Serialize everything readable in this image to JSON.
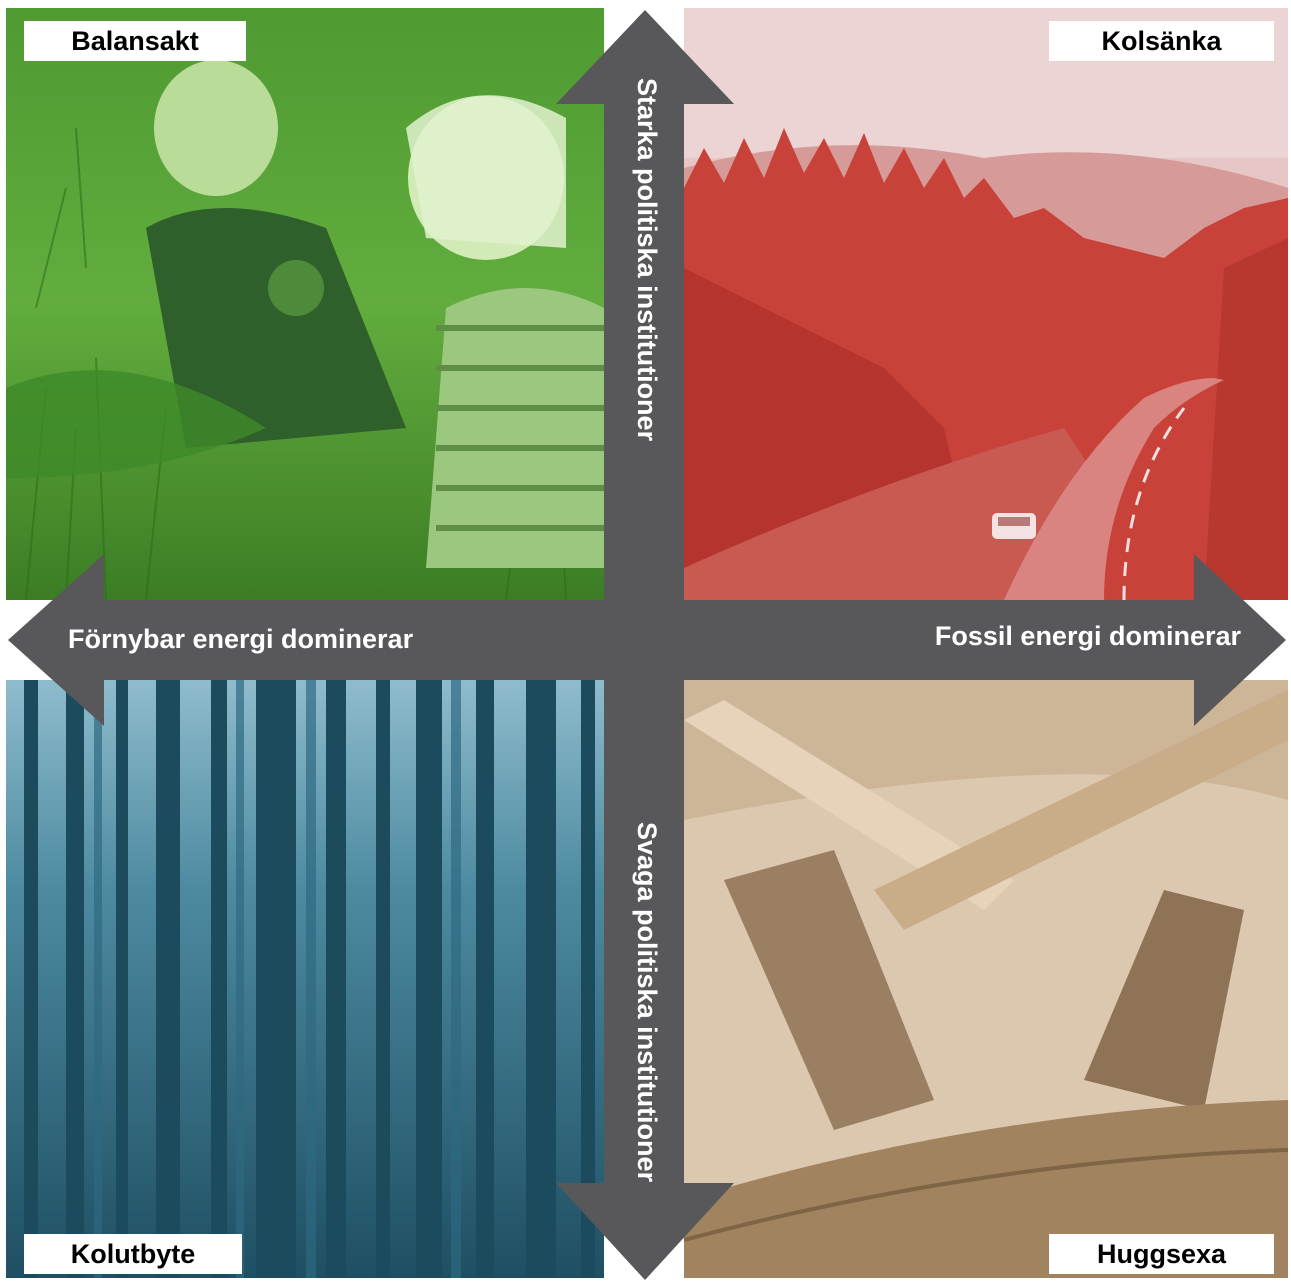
{
  "quadrants": {
    "top_left": {
      "label": "Balansakt",
      "tint": "#5aa63a"
    },
    "top_right": {
      "label": "Kolsänka",
      "tint": "#c8423a"
    },
    "bottom_left": {
      "label": "Kolutbyte",
      "tint": "#2f6f86"
    },
    "bottom_right": {
      "label": "Huggsexa",
      "tint": "#b89a76"
    }
  },
  "axes": {
    "top": "Starka politiska institutioner",
    "bottom": "Svaga politiska institutioner",
    "left": "Förnybar energi dominerar",
    "right": "Fossil energi dominerar",
    "color": "#58585a"
  }
}
